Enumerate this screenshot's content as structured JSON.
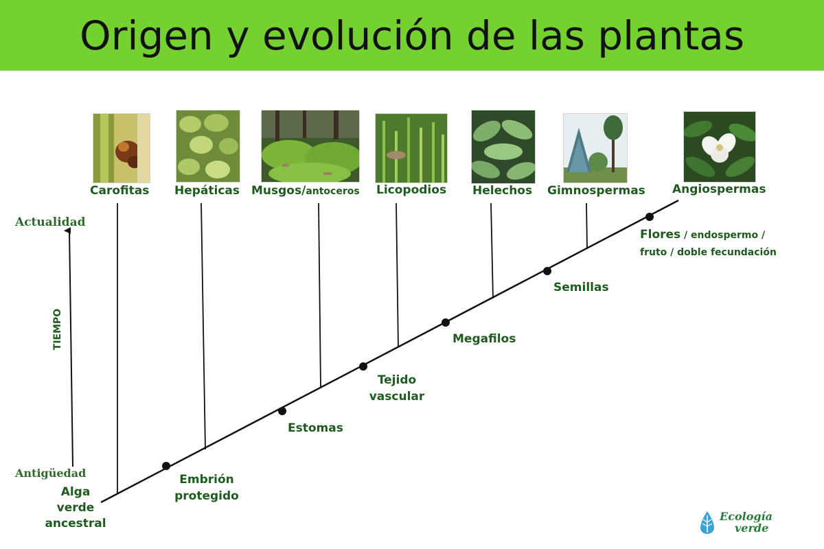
{
  "title": "Origen y evolución de las plantas",
  "colors": {
    "banner": "#74d130",
    "label": "#1f5a1f",
    "line": "#111111"
  },
  "groups": [
    {
      "main": "Carofitas",
      "extra": ""
    },
    {
      "main": "Hepáticas",
      "extra": ""
    },
    {
      "main": "Musgos/",
      "extra": "antoceros"
    },
    {
      "main": "Licopodios",
      "extra": ""
    },
    {
      "main": "Helechos",
      "extra": ""
    },
    {
      "main": "Gimnospermas",
      "extra": ""
    },
    {
      "main": "Angiospermas",
      "extra": ""
    }
  ],
  "traits": {
    "embrion": "Embrión protegido",
    "estomas": "Estomas",
    "tejido": "Tejido vascular",
    "megafilos": "Megafilos",
    "semillas": "Semillas",
    "flores_main": "Flores",
    "flores_rest1": " / endospermo /",
    "flores_rest2": "fruto / doble fecundación"
  },
  "root": "Alga verde ancestral",
  "axis": {
    "top": "Actualidad",
    "bottom": "Antigüedad",
    "label": "TIEMPO"
  },
  "logo": {
    "line1": "Ecología",
    "line2": "verde"
  },
  "images": [
    "carofitas-photo",
    "hepaticas-photo",
    "musgos-photo",
    "licopodios-photo",
    "helechos-photo",
    "gimnospermas-photo",
    "angiospermas-photo"
  ]
}
